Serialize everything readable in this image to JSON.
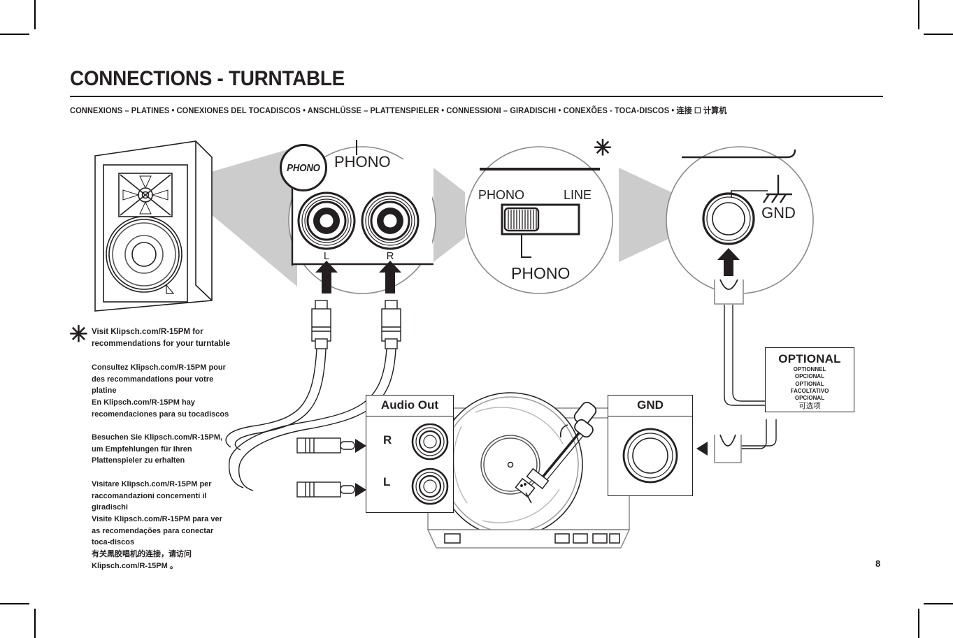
{
  "header": {
    "title": "CONNECTIONS - TURNTABLE",
    "subtitle": "CONNEXIONS – PLATINES  • CONEXIONES DEL TOCADISCOS  •  ANSCHLÜSSE – PLATTENSPIELER  • CONNESSIONI – GIRADISCHI  •  CONEXÕES - TOCA-DISCOS  • 连接 ☐ 计算机"
  },
  "footnote": {
    "marker": "✳",
    "lines": [
      "Visit Klipsch.com/R-15PM for recommendations for your turntable",
      "Consultez Klipsch.com/R-15PM pour des recommandations pour votre platine",
      "En Klipsch.com/R-15PM hay recomendaciones para su tocadiscos",
      "Besuchen Sie Klipsch.com/R-15PM, um Empfehlungen für Ihren Plattenspieler zu erhalten",
      "Visitare Klipsch.com/R-15PM per raccomandazioni concernenti il giradischi",
      "Visite Klipsch.com/R-15PM para ver as recomendações para conectar toca-discos",
      "有关黑胶唱机的连接，请访问 Klipsch.com/R-15PM 。"
    ]
  },
  "callouts": {
    "phono_inputs": {
      "badge": "PHONO",
      "heading": "PHONO",
      "jack_left": "L",
      "jack_right": "R"
    },
    "switch": {
      "left_label": "PHONO",
      "right_label": "LINE",
      "position_label": "PHONO",
      "asterisk": "✳"
    },
    "ground": {
      "label": "GND"
    }
  },
  "turntable": {
    "audio_out": {
      "title": "Audio Out",
      "right": "R",
      "left": "L"
    },
    "ground_panel": {
      "title": "GND"
    }
  },
  "optional": {
    "title": "OPTIONAL",
    "translations": [
      "OPTIONNEL",
      "OPCIONAL",
      "OPTIONAL",
      "FACOLTATIVO",
      "OPCIONAL"
    ],
    "chinese": "可选项"
  },
  "page_number": "8",
  "colors": {
    "ink": "#231f20",
    "cone_gray": "#cccccc",
    "line_gray": "#808080"
  }
}
